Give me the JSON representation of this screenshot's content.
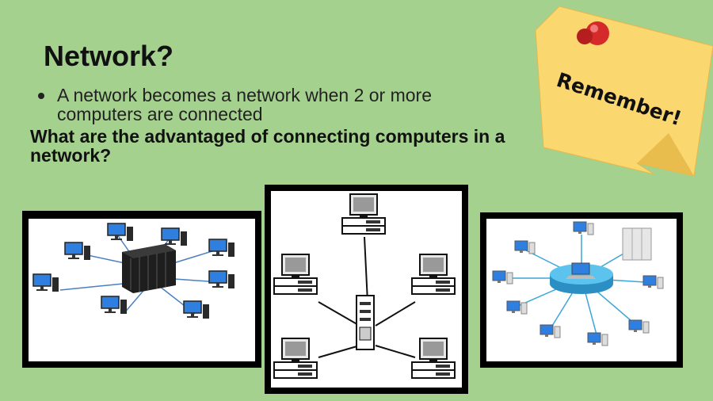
{
  "slide": {
    "title": "Network?",
    "bullet": "A network becomes a network when 2 or more computers are connected",
    "question": "What are the advantaged of connecting computers in a network?",
    "sticky_note_text": "Remember!"
  },
  "colors": {
    "background": "#a5d18f",
    "sticky_note": "#fbd770",
    "pin": "#d42a2a",
    "hub": "#3ba6d9",
    "monitor_screen": "#2f7fe0"
  },
  "icons": [
    "pushpin-icon",
    "server-rack-icon",
    "desktop-computer-icon",
    "network-hub-icon",
    "laptop-icon"
  ]
}
